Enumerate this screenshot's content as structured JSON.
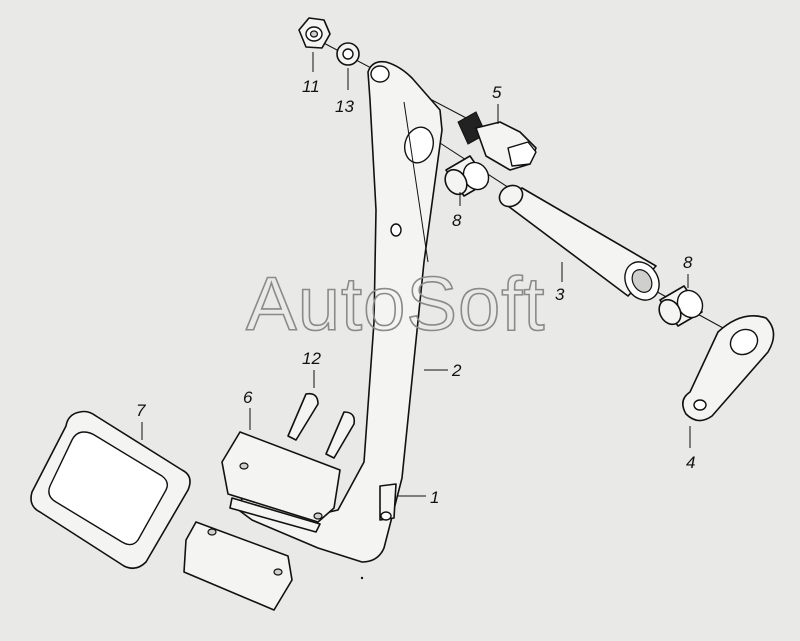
{
  "watermark": "AutoSoft",
  "callouts": {
    "p1": "1",
    "p2": "2",
    "p3": "3",
    "p4": "4",
    "p5": "5",
    "p6": "6",
    "p7": "7",
    "p8a": "8",
    "p8b": "8",
    "p11": "11",
    "p12": "12",
    "p13": "13"
  },
  "colors": {
    "background": "#e9e9e7",
    "line": "#111111",
    "watermark": "#8a8a8a"
  }
}
